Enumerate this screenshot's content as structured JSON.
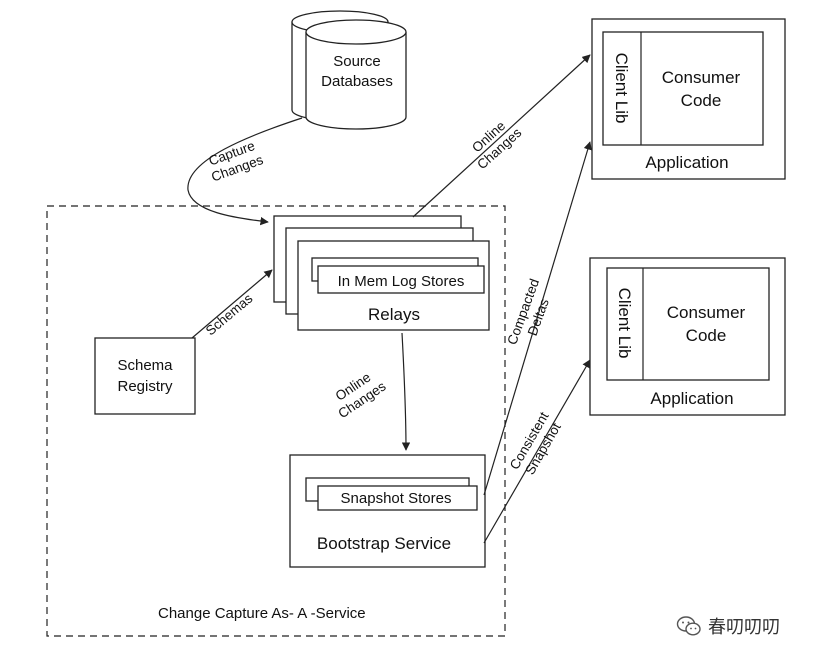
{
  "nodes": {
    "source_db": {
      "line1": "Source",
      "line2": "Databases"
    },
    "relays": {
      "inner": "In Mem Log Stores",
      "title": "Relays"
    },
    "schema_registry": {
      "line1": "Schema",
      "line2": "Registry"
    },
    "bootstrap": {
      "inner": "Snapshot Stores",
      "title": "Bootstrap Service"
    },
    "app_top": {
      "side": "Client Lib",
      "line1": "Consumer",
      "line2": "Code",
      "title": "Application"
    },
    "app_bottom": {
      "side": "Client Lib",
      "line1": "Consumer",
      "line2": "Code",
      "title": "Application"
    },
    "boundary": {
      "label": "Change Capture As- A -Service"
    }
  },
  "edges": {
    "capture_changes": {
      "line1": "Capture",
      "line2": "Changes"
    },
    "schemas": {
      "label": "Schemas"
    },
    "online_changes_app": {
      "line1": "Online",
      "line2": "Changes"
    },
    "online_changes_bootstrap": {
      "line1": "Online",
      "line2": "Changes"
    },
    "compacted_deltas": {
      "line1": "Compacted",
      "line2": "Deltas"
    },
    "consistent_snapshot": {
      "line1": "Consistent",
      "line2": "Snapshot"
    }
  },
  "watermark": {
    "icon": "wechat-icon",
    "text": "春叨叨叨"
  }
}
